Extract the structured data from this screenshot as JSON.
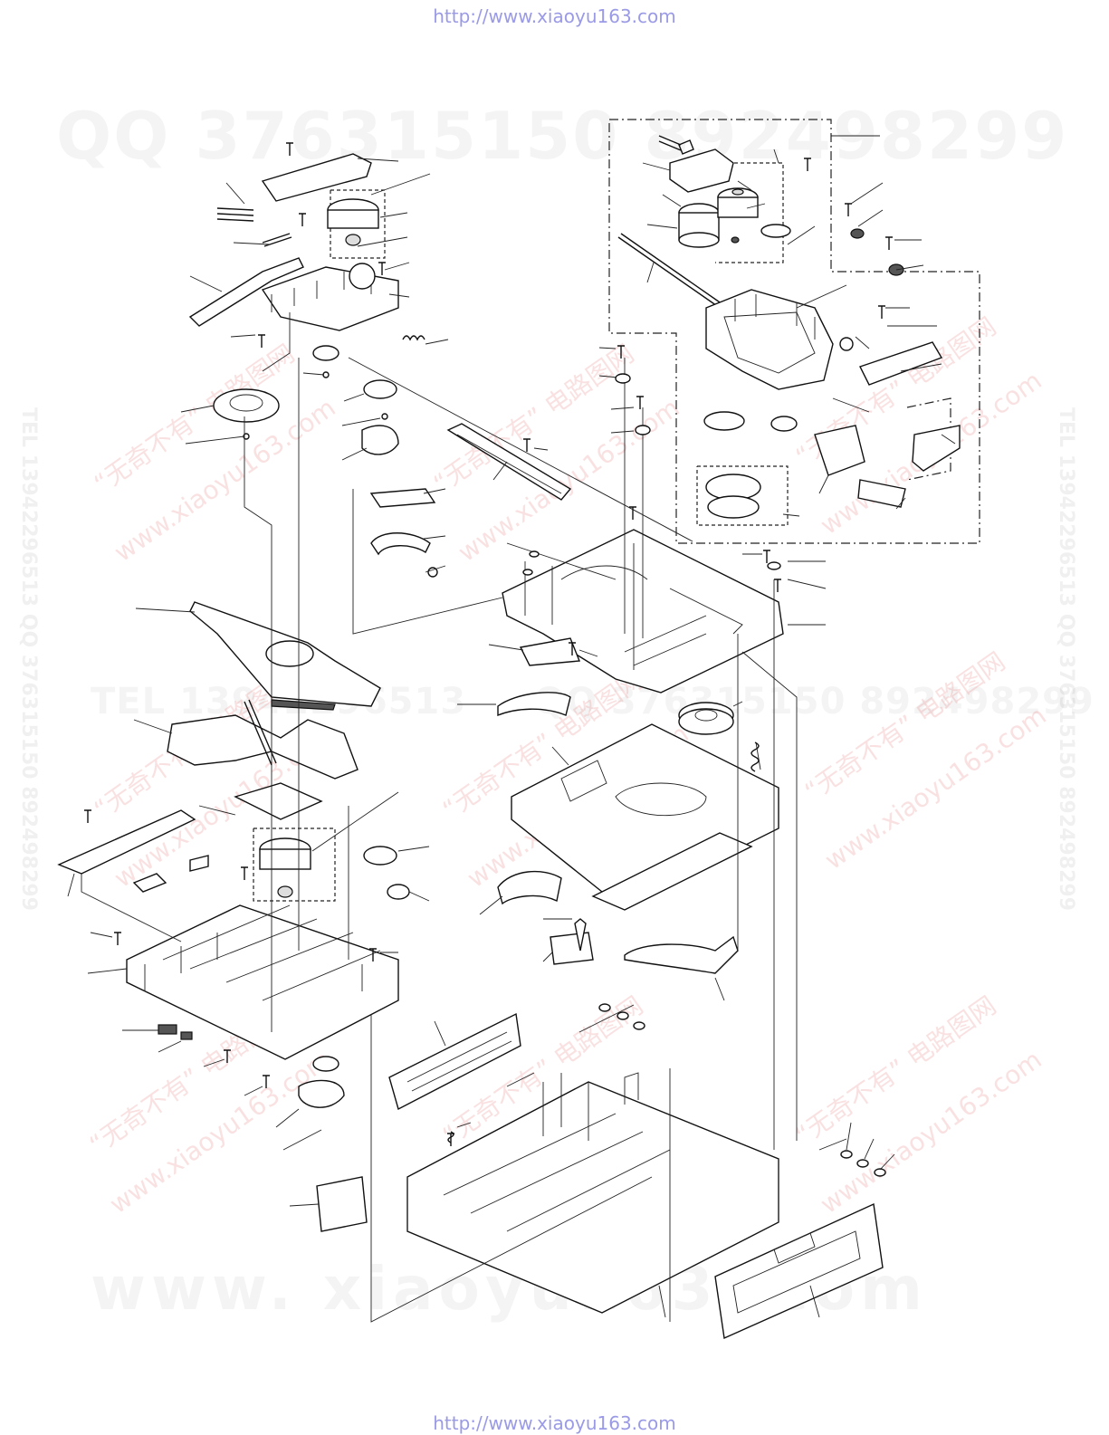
{
  "header": {
    "url": "http://www.xiaoyu163.com"
  },
  "footer": {
    "url": "http://www.xiaoyu163.com"
  },
  "watermarks": {
    "qq": "QQ 376315150   892498299",
    "tel": "TEL 13942296513",
    "tel_qq": "QQ 376315150   892498299",
    "site": "www. xiaoyu163. com",
    "side_left": "TEL 13942296513  QQ 376315150  892498299",
    "side_right": "TEL 13942296513  QQ 376315150  892498299",
    "cn_1": "“无奇不有” 电路图网",
    "cn_url": "www.xiaoyu163.com"
  },
  "colors": {
    "url": "#9a9ae6",
    "line": "#111111",
    "background": "#ffffff"
  }
}
